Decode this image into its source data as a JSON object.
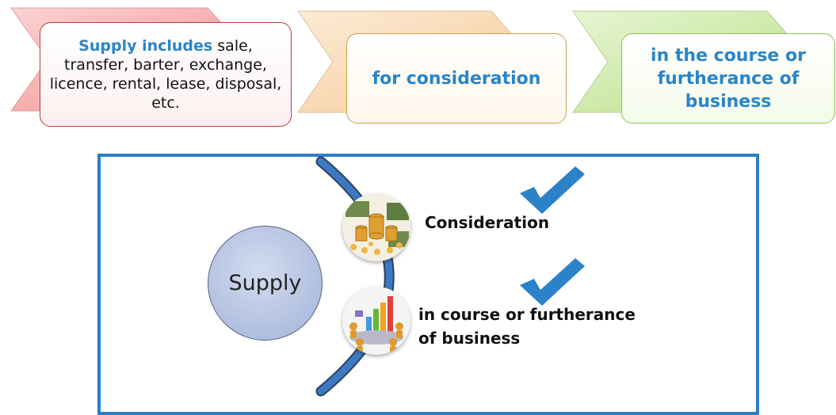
{
  "top_steps": {
    "step1": {
      "bold": "Supply includes",
      "rest": " sale, transfer, barter, exchange, licence, rental, lease, disposal, etc."
    },
    "step2": {
      "text": "for consideration"
    },
    "step3": {
      "text": "in the course or furtherance of business"
    }
  },
  "bottom_diagram": {
    "center": "Supply",
    "item1": "Consideration",
    "item2_line1": "in course or furtherance",
    "item2_line2": "of business"
  },
  "colors": {
    "accent_blue": "#2a85c9",
    "frame_blue": "#2e7fc2",
    "chevron1": "#f4a5a2",
    "chevron2": "#f8d6ad",
    "chevron3": "#c9e79e"
  },
  "icons": [
    "check-icon",
    "money-stack-image",
    "business-meeting-image"
  ]
}
